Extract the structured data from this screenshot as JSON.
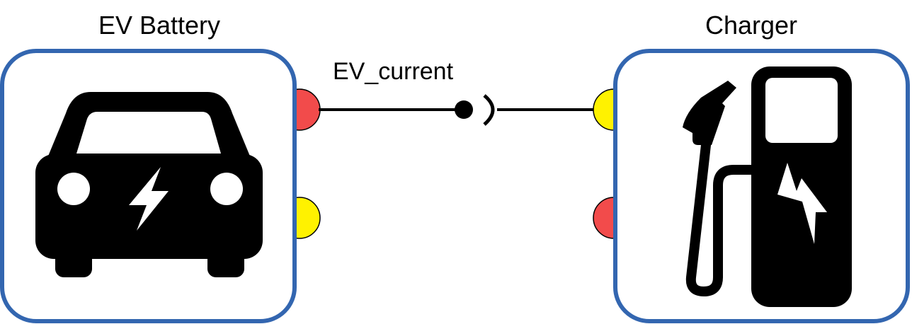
{
  "battery": {
    "title": "EV Battery",
    "icon": "electric-car-icon",
    "port_top_color": "#F24B4B",
    "port_bottom_color": "#FFF200"
  },
  "charger": {
    "title": "Charger",
    "icon": "charging-station-icon",
    "port_top_color": "#FFF200",
    "port_bottom_color": "#F24B4B"
  },
  "connection": {
    "label": "EV_current"
  },
  "colors": {
    "box_border": "#3366B0",
    "line": "#000000"
  }
}
